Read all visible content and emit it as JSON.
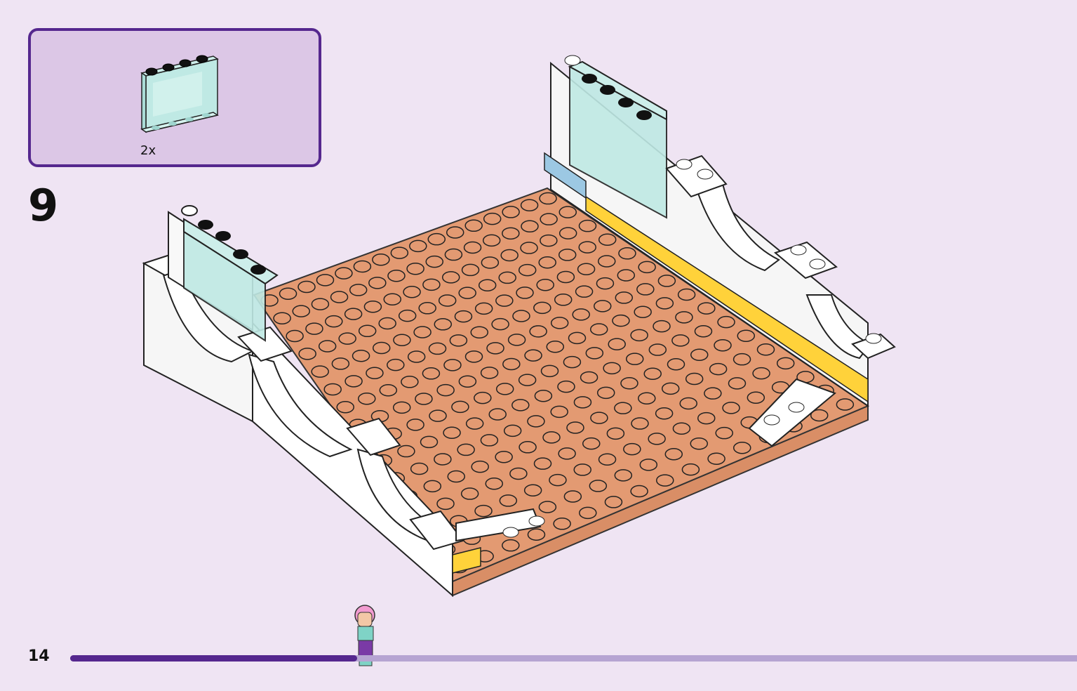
{
  "parts_box": {
    "count_label": "2x"
  },
  "step": {
    "number": "9"
  },
  "footer": {
    "page_number": "14",
    "progress_fraction": 0.285
  },
  "colors": {
    "background": "#efe4f3",
    "parts_box_fill": "#dcc7e6",
    "accent": "#55278e",
    "progress_track": "#b6a4d2",
    "plate_tan": "#e39a72",
    "transparent_panel": "#bdebe6",
    "white_brick": "#ffffff",
    "yellow_tile": "#ffd23a"
  },
  "icons": {
    "part": "transparent-panel-brick-icon",
    "figure": "minifigure-icon"
  }
}
